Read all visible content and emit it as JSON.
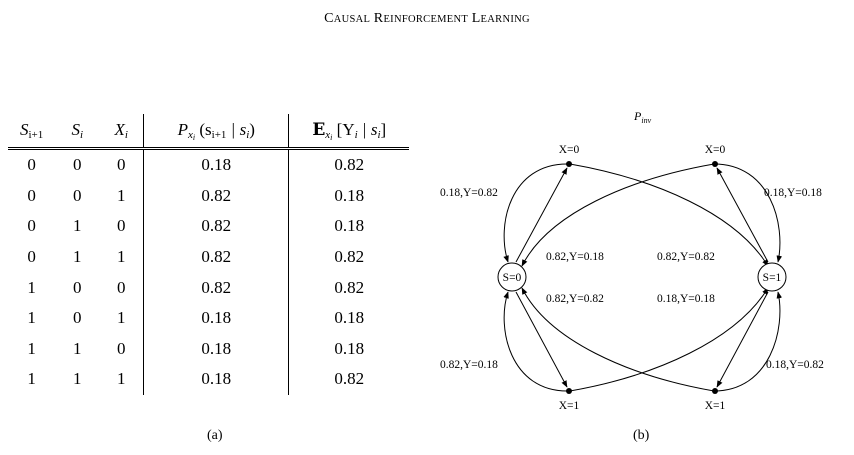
{
  "header": {
    "first_big": "C",
    "first_rest": "AUSAL",
    "second_big": "R",
    "second_rest": "EINFORCEMENT",
    "third_big": "L",
    "third_rest": "EARNING"
  },
  "table": {
    "columns": {
      "c1_main": "S",
      "c1_sub": "i+1",
      "c2_main": "S",
      "c2_sub": "i",
      "c3_main": "X",
      "c3_sub": "i",
      "c4_p": "P",
      "c4_psub": "x",
      "c4_psubsub": "i",
      "c4_arg": "(s",
      "c4_argsub": "i+1",
      "c4_mid": " | s",
      "c4_midsub": "i",
      "c4_close": ")",
      "c5_e": "E",
      "c5_esub": "x",
      "c5_esubsub": "i",
      "c5_arg": "[Y",
      "c5_argsub": "i",
      "c5_mid": " | s",
      "c5_midsub": "i",
      "c5_close": "]"
    },
    "rows": [
      [
        "0",
        "0",
        "0",
        "0.18",
        "0.82"
      ],
      [
        "0",
        "0",
        "1",
        "0.82",
        "0.18"
      ],
      [
        "0",
        "1",
        "0",
        "0.82",
        "0.18"
      ],
      [
        "0",
        "1",
        "1",
        "0.82",
        "0.82"
      ],
      [
        "1",
        "0",
        "0",
        "0.82",
        "0.82"
      ],
      [
        "1",
        "0",
        "1",
        "0.18",
        "0.18"
      ],
      [
        "1",
        "1",
        "0",
        "0.18",
        "0.18"
      ],
      [
        "1",
        "1",
        "1",
        "0.18",
        "0.82"
      ]
    ]
  },
  "captions": {
    "a": "(a)",
    "b": "(b)"
  },
  "diagram": {
    "title": "P",
    "title_sub": "inv",
    "nodes": {
      "s0": "S=0",
      "s1": "S=1",
      "x_top_left": "X=0",
      "x_top_right": "X=0",
      "x_bot_left": "X=1",
      "x_bot_right": "X=1"
    },
    "edge_labels": {
      "top_left_outer": "0.18,Y=0.82",
      "top_right_outer": "0.18,Y=0.18",
      "inner_upper_left": "0.82,Y=0.18",
      "inner_upper_right": "0.82,Y=0.82",
      "inner_lower_left": "0.82,Y=0.82",
      "inner_lower_right": "0.18,Y=0.18",
      "bot_left_outer": "0.82,Y=0.18",
      "bot_right_outer": "0.18,Y=0.82"
    }
  }
}
